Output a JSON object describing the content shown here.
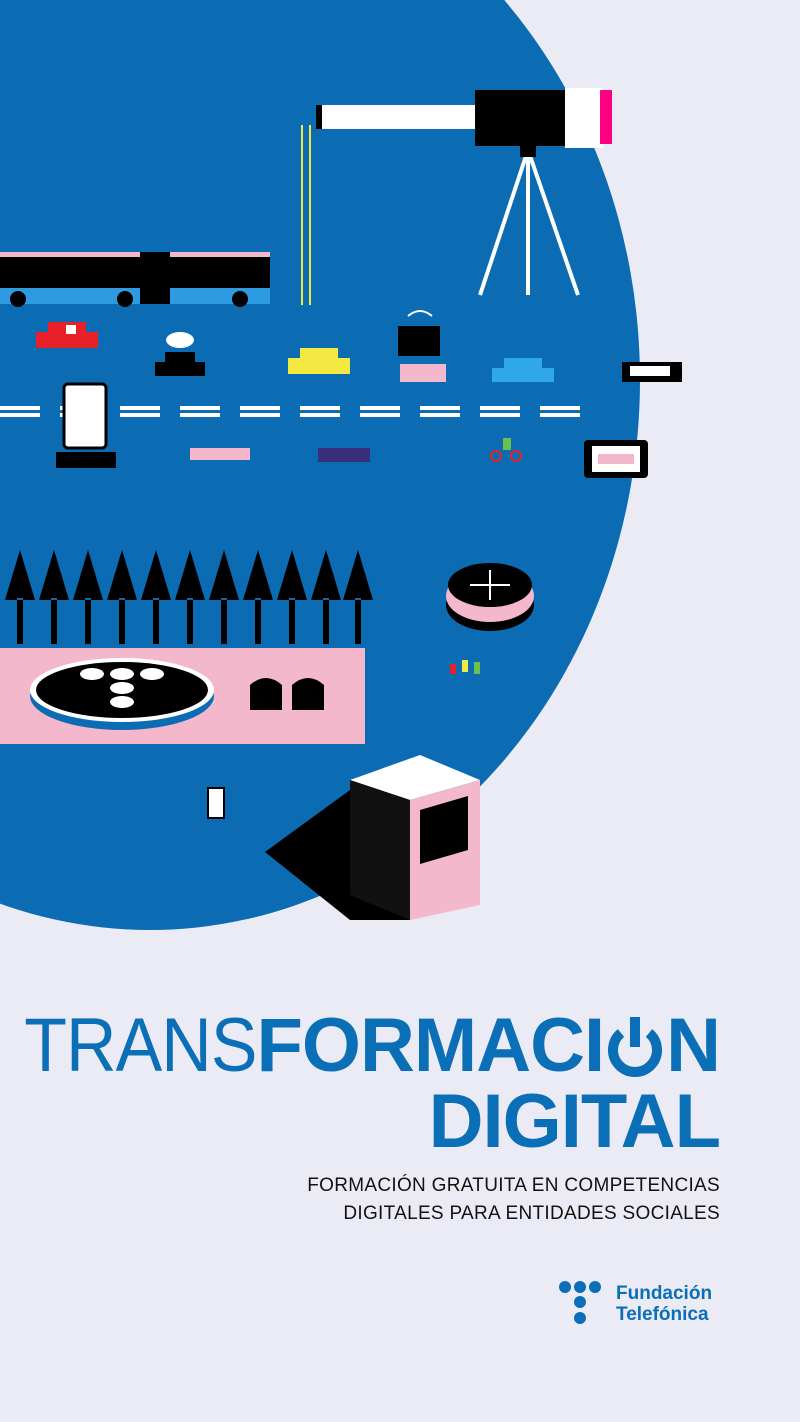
{
  "headline": {
    "light": "TRANS",
    "bold_before_icon": "FORMACI",
    "icon": "power-icon",
    "bold_after_icon": "N",
    "line2": "DIGITAL"
  },
  "subtitle": {
    "line1": "FORMACIÓN GRATUITA EN COMPETENCIAS",
    "line2": "DIGITALES PARA ENTIDADES SOCIALES"
  },
  "logo": {
    "line1": "Fundación",
    "line2": "Telefónica"
  },
  "colors": {
    "brand_blue": "#0b6fb8",
    "background": "#ebebf5",
    "pink": "#f4b8cc",
    "magenta": "#ff0080"
  }
}
